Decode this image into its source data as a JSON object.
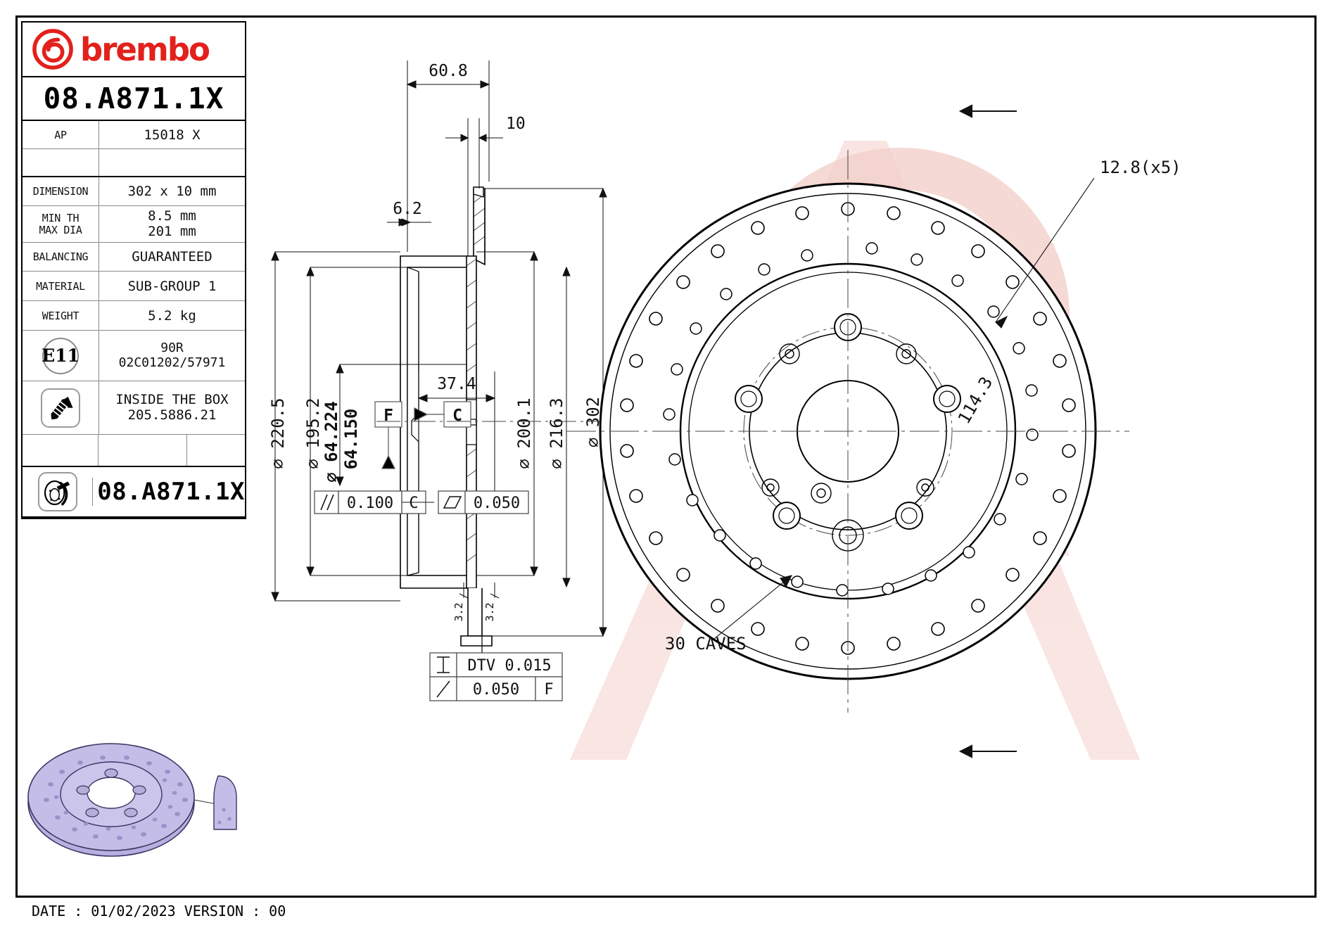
{
  "brand": {
    "name": "brembo",
    "logo_color": "#e2211c"
  },
  "part": {
    "number": "08.A871.1X",
    "number_repeat": "08.A871.1X"
  },
  "supplier": {
    "label": "AP",
    "code": "15018 X"
  },
  "spec_rows": [
    {
      "label": "DIMENSION",
      "value": "302 x 10 mm"
    },
    {
      "label": "MIN TH\nMAX DIA",
      "value": "8.5 mm\n201 mm"
    },
    {
      "label": "BALANCING",
      "value": "GUARANTEED"
    },
    {
      "label": "MATERIAL",
      "value": "SUB-GROUP 1"
    },
    {
      "label": "WEIGHT",
      "value": "5.2 kg"
    }
  ],
  "spec": {
    "dimension_label": "DIMENSION",
    "dimension_value": "302 x 10 mm",
    "minth_label_1": "MIN TH",
    "minth_label_2": "MAX DIA",
    "minth_value_1": "8.5 mm",
    "minth_value_2": "201 mm",
    "balancing_label": "BALANCING",
    "balancing_value": "GUARANTEED",
    "material_label": "MATERIAL",
    "material_value": "SUB-GROUP 1",
    "weight_label": "WEIGHT",
    "weight_value": "5.2 kg"
  },
  "homologation": {
    "badge": "E11",
    "line1": "90R",
    "line2": "02C01202/57971"
  },
  "accessory": {
    "icon": "screw-icon",
    "line1": "INSIDE THE BOX",
    "line2": "205.5886.21"
  },
  "footer": {
    "date_version": "DATE : 01/02/2023 VERSION : 00"
  },
  "drawing": {
    "dims": {
      "overall_width": "60.8",
      "disc_thickness": "10",
      "hat_offset": "6.2",
      "hat_depth": "37.4",
      "outer_dia": "⌀ 220.5",
      "hat_dia": "⌀ 195.2",
      "center_bore_upper": "⌀ 64.224",
      "center_bore_lower": "64.150",
      "inner_face_dia": "⌀ 200.1",
      "mid_dia": "⌀ 216.3",
      "disc_dia": "⌀ 302",
      "bolt_circle": "114.3",
      "bolt_hole": "12.8(x5)",
      "caves_note": "30 CAVES"
    },
    "datums": {
      "f": "F",
      "c": "C"
    },
    "gdt": [
      {
        "symbol": "parallelism",
        "tol": "0.100",
        "datum": "C"
      },
      {
        "symbol": "flatness",
        "tol": "0.050",
        "datum": ""
      },
      {
        "symbol": "dtv",
        "tol": "DTV 0.015",
        "datum": ""
      },
      {
        "symbol": "runout",
        "tol": "0.050",
        "datum": "F"
      }
    ],
    "surface_finish": [
      "3.2",
      "3.2"
    ]
  }
}
